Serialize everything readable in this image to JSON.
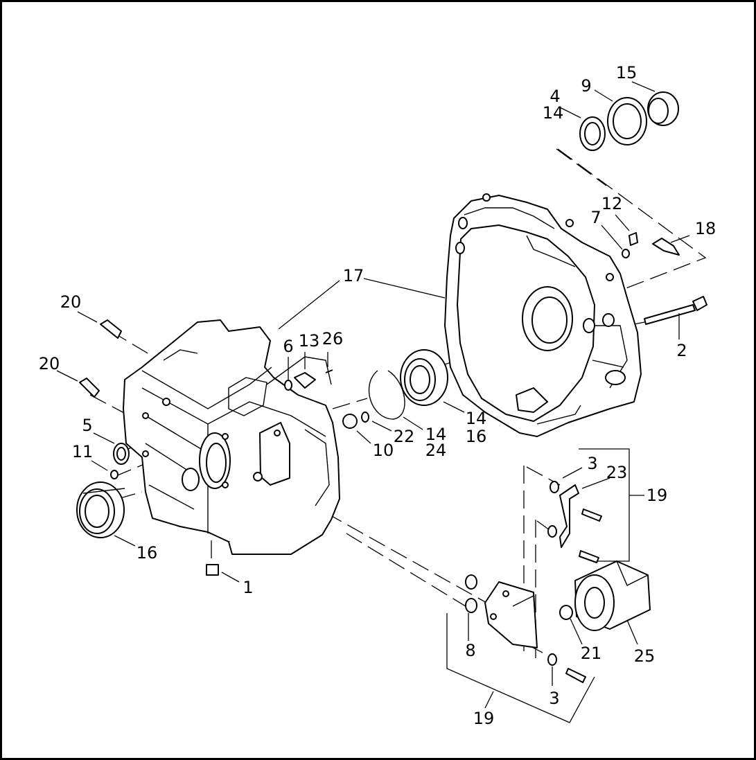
{
  "callouts": {
    "c1": "1",
    "c2": "2",
    "c3a": "3",
    "c3b": "3",
    "c4": "4",
    "c5": "5",
    "c6": "6",
    "c7": "7",
    "c8": "8",
    "c9": "9",
    "c10": "10",
    "c11": "11",
    "c12": "12",
    "c13": "13",
    "c14a": "14",
    "c14b": "14",
    "c14c": "14",
    "c15": "15",
    "c16a": "16",
    "c16b": "16",
    "c17": "17",
    "c18": "18",
    "c19a": "19",
    "c19b": "19",
    "c20a": "20",
    "c20b": "20",
    "c21": "21",
    "c22": "22",
    "c23": "23",
    "c24": "24",
    "c25": "25",
    "c26": "26"
  }
}
